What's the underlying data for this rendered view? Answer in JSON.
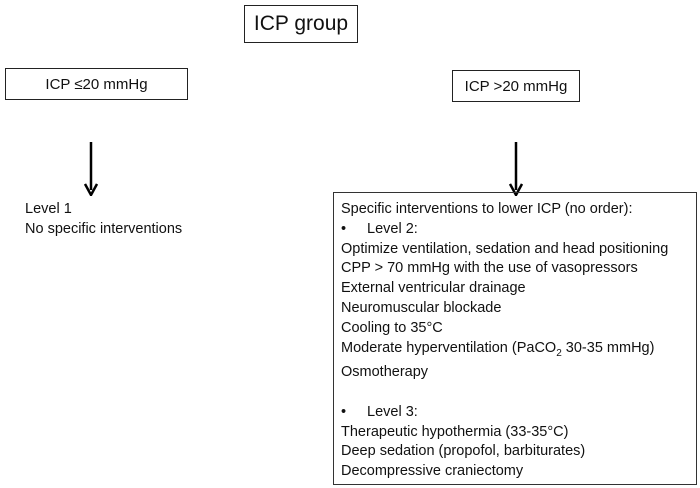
{
  "title": "ICP group",
  "left_group": {
    "label": "ICP ≤20 mmHg",
    "lines": [
      "Level 1",
      "No specific interventions"
    ]
  },
  "right_group": {
    "label": "ICP >20 mmHg",
    "heading": "Specific interventions to lower ICP (no order):",
    "level2": {
      "label": "Level 2:",
      "items": [
        "Optimize ventilation, sedation and head positioning",
        "CPP > 70 mmHg with the use of vasopressors",
        "External ventricular drainage",
        "Neuromuscular blockade",
        "Cooling to 35°C"
      ],
      "hyperventilation": {
        "before": "Moderate hyperventilation (PaCO",
        "sub": "2",
        "after": " 30-35 mmHg)"
      },
      "last": "Osmotherapy"
    },
    "level3": {
      "label": "Level 3:",
      "items": [
        "Therapeutic hypothermia (33-35°C)",
        "Deep sedation (propofol, barbiturates)",
        "Decompressive craniectomy"
      ]
    }
  }
}
